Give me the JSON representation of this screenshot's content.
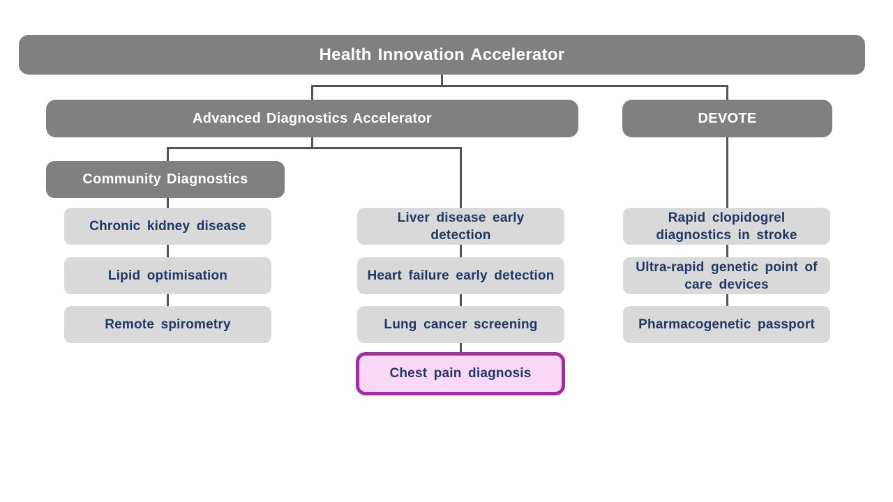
{
  "slide": {
    "title": "Health Innovation Accelerator",
    "programmes": {
      "ada": "Advanced Diagnostics Accelerator",
      "devote": "DEVOTE"
    },
    "sub_programme": "Community Diagnostics",
    "community_projects": [
      "Chronic kidney disease",
      "Lipid optimisation",
      "Remote spirometry"
    ],
    "ada_projects": [
      "Liver disease early detection",
      "Heart failure early detection",
      "Lung cancer screening"
    ],
    "highlighted_project": "Chest pain diagnosis",
    "devote_projects": [
      "Rapid clopidogrel diagnostics in stroke",
      "Ultra-rapid genetic point of care devices",
      "Pharmacogenetic passport"
    ]
  },
  "colors": {
    "node_dark": "#808080",
    "node_light": "#D9D9D9",
    "text_light": "#FFFFFF",
    "text_navy": "#1F3864",
    "connector": "#545454",
    "highlight_fill": "#F9D8F7",
    "highlight_border": "#A928A9",
    "slide_bg": "#FFFFFF"
  }
}
